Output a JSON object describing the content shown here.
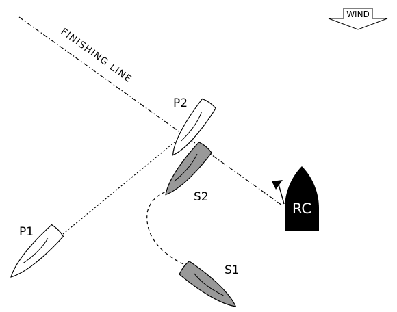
{
  "labels": {
    "finishing_line": "FINISHING LINE",
    "wind": "WIND",
    "committee_boat": "RC",
    "boat_p1": "P1",
    "boat_p2": "P2",
    "boat_s1": "S1",
    "boat_s2": "S2"
  },
  "colors": {
    "port_boat_fill": "#ffffff",
    "starboard_boat_fill": "#999999",
    "committee_boat_fill": "#000000",
    "line_color": "#000000"
  }
}
